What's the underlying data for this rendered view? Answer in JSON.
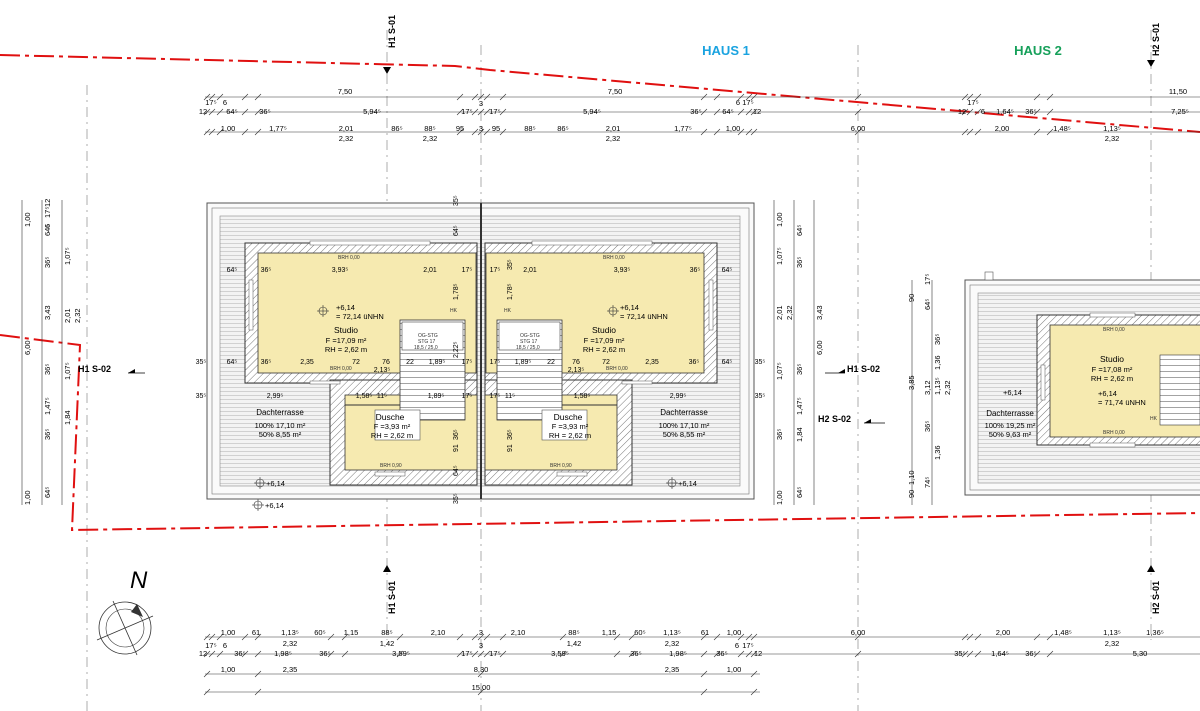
{
  "headers": {
    "haus1": "HAUS 1",
    "haus2": "HAUS 2",
    "haus1_color": "#1aa3e0",
    "haus2_color": "#16a05a"
  },
  "section_markers": {
    "h1_s01": "H1 S-01",
    "h2_s01": "H2 S-01",
    "h1_s02": "H1 S-02",
    "h2_s02": "H2 S-02"
  },
  "north": "N",
  "colors": {
    "room_fill": "#f6eab0",
    "property_line": "#e01010",
    "wall_hatch": "#b0b0b0",
    "terrace_fill": "#eeeeee"
  },
  "top_dims": {
    "row1": [
      "7,50",
      "7,50",
      "11,50"
    ],
    "row2": [
      "12",
      "17⁵",
      "6",
      "64⁵",
      "36⁵",
      "5,94⁵",
      "17⁵",
      "3",
      "17⁵",
      "5,94⁵",
      "36⁵",
      "64⁵",
      "6",
      "17⁵",
      "12",
      "12",
      "17⁵",
      "6",
      "1,64⁵",
      "36⁵",
      "7,25⁵"
    ],
    "row3": [
      "1,00",
      "1,77⁵",
      "2,01",
      "86⁵",
      "88⁵",
      "95",
      "3",
      "95",
      "88⁵",
      "86⁵",
      "2,01",
      "1,77⁵",
      "1,00",
      "6,00",
      "2,00",
      "1,48⁵",
      "1,13⁵"
    ],
    "row3b": [
      "2,32",
      "2,32",
      "2,32",
      "2,32"
    ]
  },
  "bottom_dims": {
    "row1": [
      "1,00",
      "61",
      "1,13⁵",
      "60⁵",
      "1,15",
      "88⁵",
      "2,10",
      "3",
      "2,10",
      "88⁵",
      "1,15",
      "60⁵",
      "1,13⁵",
      "61",
      "1,00",
      "6,00",
      "2,00",
      "1,48⁵",
      "1,13⁵",
      "1,36⁵"
    ],
    "row1b": [
      "2,32",
      "1,42",
      "1,42",
      "2,32",
      "2,32"
    ],
    "row2": [
      "12",
      "17⁵",
      "6",
      "36⁵",
      "1,98⁵",
      "36⁵",
      "3,59⁵",
      "17⁵",
      "3",
      "17⁵",
      "3,59⁵",
      "36⁵",
      "1,98⁵",
      "36⁵",
      "6",
      "17⁵",
      "12",
      "35⁵",
      "1,64⁵",
      "36⁵",
      "5,30"
    ],
    "row3": [
      "1,00",
      "2,35",
      "8,30",
      "2,35",
      "1,00"
    ],
    "row4": [
      "15,00"
    ]
  },
  "left_dims": [
    "1,00",
    "64⁵",
    "36⁵",
    "1,07⁵",
    "3,43",
    "2,01",
    "2,32",
    "36⁵",
    "1,07⁵",
    "1,47⁵",
    "36⁵",
    "1,84",
    "6,00",
    "1,00",
    "64⁵",
    "12",
    "17⁵",
    "6"
  ],
  "right_dims": [
    "1,00",
    "64⁵",
    "36⁵",
    "1,07⁵",
    "3,43",
    "2,01",
    "2,32",
    "36⁵",
    "1,07⁵",
    "1,47⁵",
    "36⁵",
    "1,84",
    "6,00",
    "1,00",
    "64⁵"
  ],
  "haus2_dims": [
    "90",
    "64⁵",
    "17⁵",
    "36⁵",
    "1,36",
    "3,85",
    "3,12",
    "1,13⁵",
    "2,32",
    "36⁵",
    "1,36",
    "1,10",
    "74⁵",
    "90"
  ],
  "interior_dims": {
    "left_top": [
      "64⁵",
      "36⁵",
      "3,93⁵",
      "2,01",
      "17⁵"
    ],
    "right_top": [
      "17⁵",
      "2,01",
      "3,93⁵",
      "36⁵",
      "64⁵"
    ],
    "left_mid": [
      "35⁵",
      "64⁵",
      "36⁵",
      "2,35",
      "72",
      "22",
      "1,89⁵",
      "17⁵"
    ],
    "right_mid": [
      "17⁵",
      "1,89⁵",
      "22",
      "72",
      "2,35",
      "36⁵",
      "64⁵",
      "35⁵"
    ],
    "left_low": [
      "35⁵",
      "2,99⁵",
      "1,58⁵",
      "11⁵",
      "1,89⁵",
      "17⁵"
    ],
    "right_low": [
      "17⁵",
      "11⁵",
      "1,58⁵",
      "2,99⁵",
      "35⁵"
    ],
    "stair": [
      "76",
      "2,13⁵",
      "1,78⁵",
      "2,22⁵",
      "36⁵",
      "91",
      "64⁵",
      "35⁵"
    ]
  },
  "rooms": {
    "studio_left": {
      "name": "Studio",
      "area": "F =17,09 m²",
      "height": "RH = 2,62 m",
      "level": "+6,14",
      "level_nhn": "= 72,14 üNHN"
    },
    "studio_right": {
      "name": "Studio",
      "area": "F =17,09 m²",
      "height": "RH = 2,62 m",
      "level": "+6,14",
      "level_nhn": "= 72,14 üNHN"
    },
    "dusche_left": {
      "name": "Dusche",
      "area": "F =3,93 m²",
      "height": "RH = 2,62 m"
    },
    "dusche_right": {
      "name": "Dusche",
      "area": "F =3,93 m²",
      "height": "RH = 2,62 m"
    },
    "terrasse_left": {
      "name": "Dachterrasse",
      "full": "100% 17,10 m²",
      "half": "50% 8,55 m²",
      "level": "+6,14"
    },
    "terrasse_right": {
      "name": "Dachterrasse",
      "full": "100% 17,10 m²",
      "half": "50% 8,55 m²",
      "level": "+6,14"
    },
    "studio_h2": {
      "name": "Studio",
      "area": "F =17,08 m²",
      "height": "RH = 2,62 m",
      "level": "+6,14",
      "level_nhn": "= 71,74 üNHN"
    },
    "terrasse_h2": {
      "name": "Dachterrasse",
      "full": "100% 19,25 m²",
      "half": "50% 9,63 m²",
      "level": "+6,14"
    },
    "ground_level": "+6,14"
  },
  "small_labels": {
    "brh": "BRH 0,00",
    "brh_low": "BRH 0,90",
    "hk": "HK",
    "og": "OG-STG",
    "stg": "STG 17",
    "stg_dim": "18,5 / 25,0"
  }
}
